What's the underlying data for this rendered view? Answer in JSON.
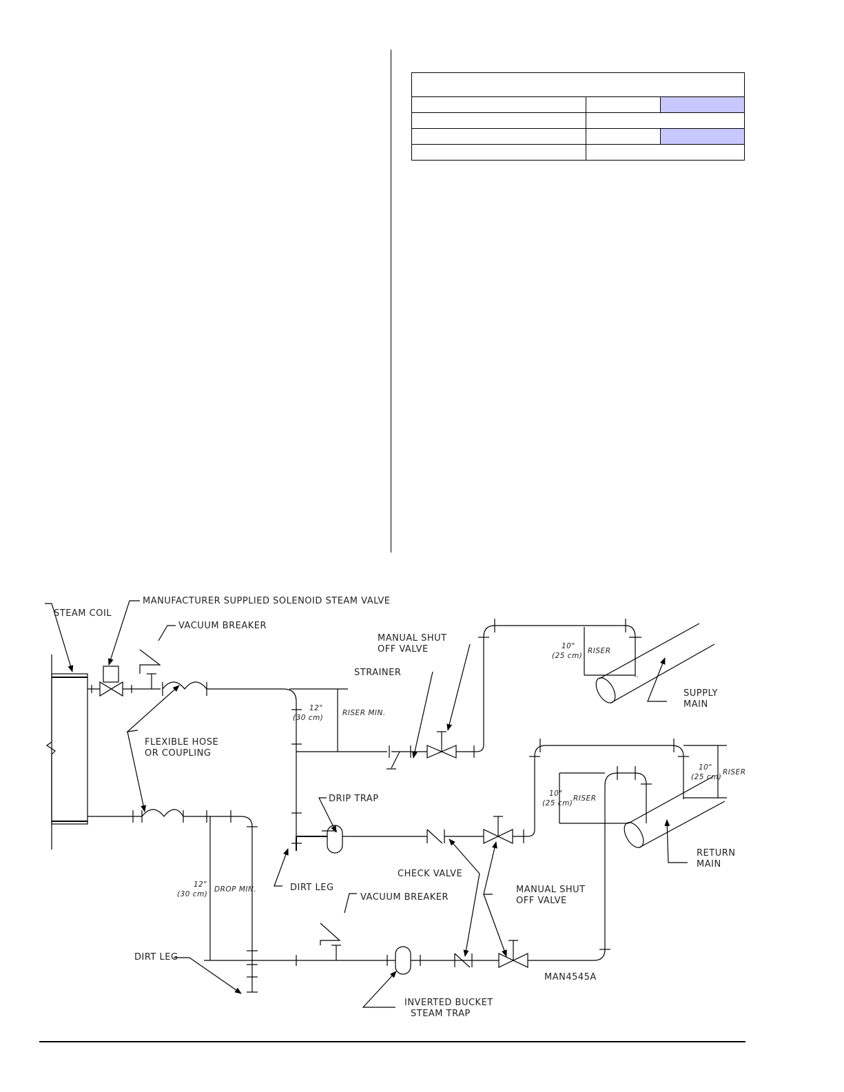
{
  "diagram": {
    "labels": {
      "steam_coil": "STEAM COIL",
      "solenoid_valve": "MANUFACTURER SUPPLIED SOLENOID STEAM VALVE",
      "vacuum_breaker_top": "VACUUM BREAKER",
      "manual_shut_off_top_1": "MANUAL SHUT",
      "manual_shut_off_top_2": "OFF VALVE",
      "strainer": "STRAINER",
      "riser_10_supply_a": "10\"",
      "riser_10_supply_b": "(25 cm)",
      "riser_word_supply": "RISER",
      "supply_main_1": "SUPPLY",
      "supply_main_2": "MAIN",
      "riser_12_a": "12\"",
      "riser_12_b": "(30 cm)",
      "riser_min": "RISER MIN.",
      "flexible_hose_1": "FLEXIBLE HOSE",
      "flexible_hose_2": "OR COUPLING",
      "drip_trap": "DRIP TRAP",
      "riser_10_return_a": "10\"",
      "riser_10_return_b": "(25 cm)",
      "riser_word_return": "RISER",
      "riser_10_right_a": "10\"",
      "riser_10_right_b": "(25 cm)",
      "riser_word_right": "RISER",
      "return_main_1": "RETURN",
      "return_main_2": "MAIN",
      "check_valve": "CHECK VALVE",
      "manual_shut_off_bottom_1": "MANUAL SHUT",
      "manual_shut_off_bottom_2": "OFF VALVE",
      "drop_12_a": "12\"",
      "drop_12_b": "(30 cm)",
      "drop_min": "DROP MIN.",
      "dirt_leg_center": "DIRT LEG",
      "vacuum_breaker_bottom": "VACUUM BREAKER",
      "dirt_leg_left": "DIRT LEG",
      "inverted_bucket_1": "INVERTED BUCKET",
      "inverted_bucket_2": "STEAM TRAP",
      "drawing_number": "MAN4545A"
    }
  }
}
